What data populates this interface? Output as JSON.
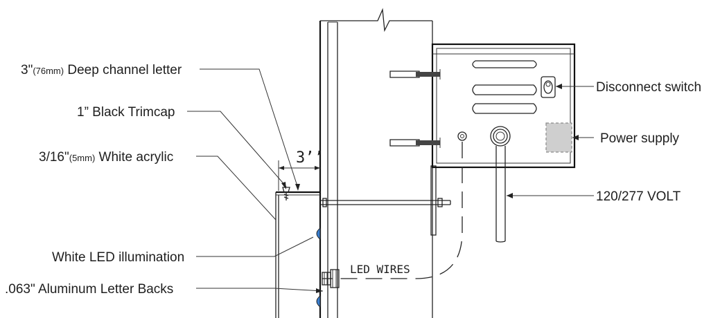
{
  "labels": {
    "channel_letter_main": "3\"",
    "channel_letter_unit": "(76mm)",
    "channel_letter_rest": " Deep channel letter",
    "trimcap": "1” Black Trimcap",
    "acrylic_main": "3/16\"",
    "acrylic_unit": "(5mm)",
    "acrylic_rest": " White acrylic",
    "led_illumination": "White LED illumination",
    "letter_backs": ".063\" Aluminum Letter Backs",
    "disconnect_switch": "Disconnect switch",
    "power_supply": "Power supply",
    "voltage": "120/277 VOLT",
    "led_wires": "LED WIRES",
    "dimension_3in": "3’’"
  },
  "colors": {
    "line": "#222222",
    "led_blue": "#3a7fd0",
    "power_supply_fill": "#cfcfcf",
    "power_supply_stroke": "#8a8a8a"
  }
}
